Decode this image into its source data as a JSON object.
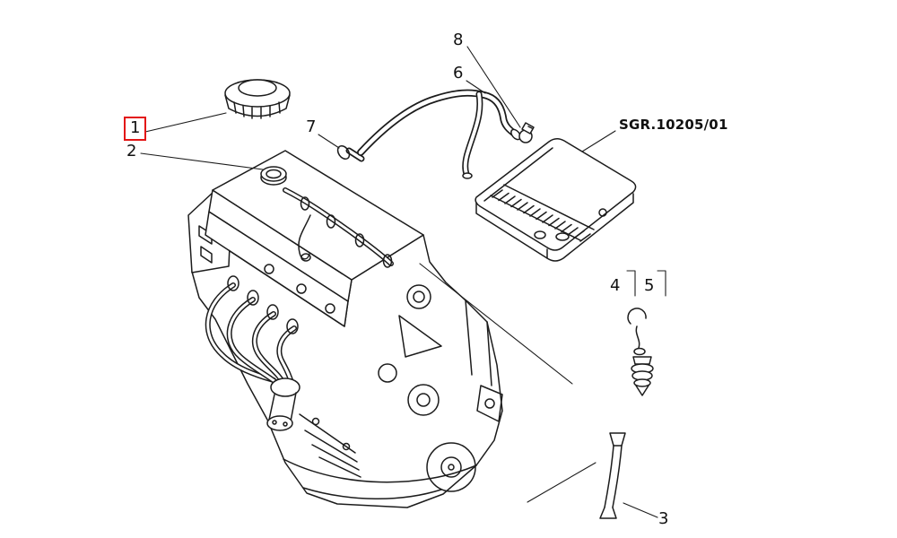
{
  "diagram": {
    "assembly_code": "SGR.10205/01",
    "callouts": [
      {
        "label": "1",
        "highlighted": true
      },
      {
        "label": "2",
        "highlighted": false
      },
      {
        "label": "3",
        "highlighted": false
      },
      {
        "label": "4",
        "highlighted": false
      },
      {
        "label": "5",
        "highlighted": false
      },
      {
        "label": "6",
        "highlighted": false
      },
      {
        "label": "7",
        "highlighted": false
      },
      {
        "label": "8",
        "highlighted": false
      }
    ],
    "colors": {
      "line": "#1c1c1c",
      "highlight_box": "#e31414",
      "background": "#ffffff",
      "text": "#111111"
    }
  }
}
